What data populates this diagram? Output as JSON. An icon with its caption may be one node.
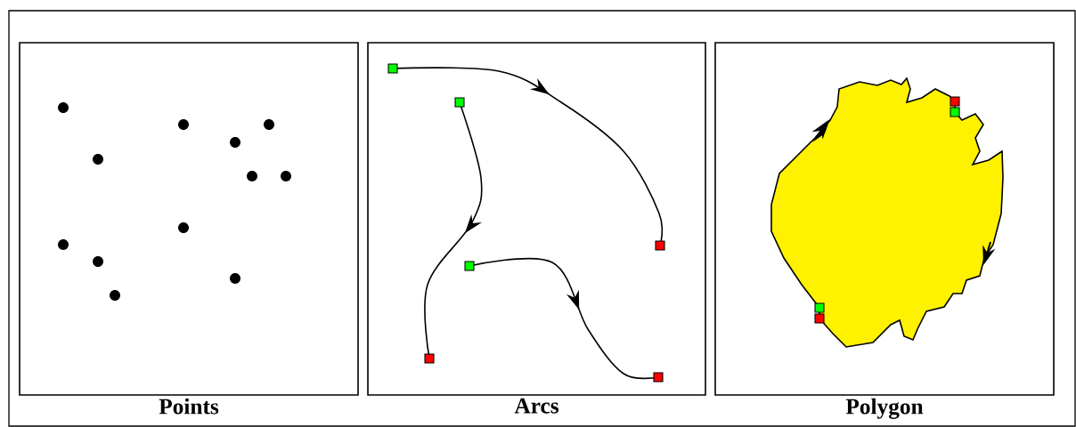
{
  "diagram": {
    "nodes": [
      {
        "text": [
          "Points"
        ]
      },
      {
        "text": [
          "Arcs"
        ]
      },
      {
        "text": [
          "Polygon"
        ]
      }
    ]
  }
}
